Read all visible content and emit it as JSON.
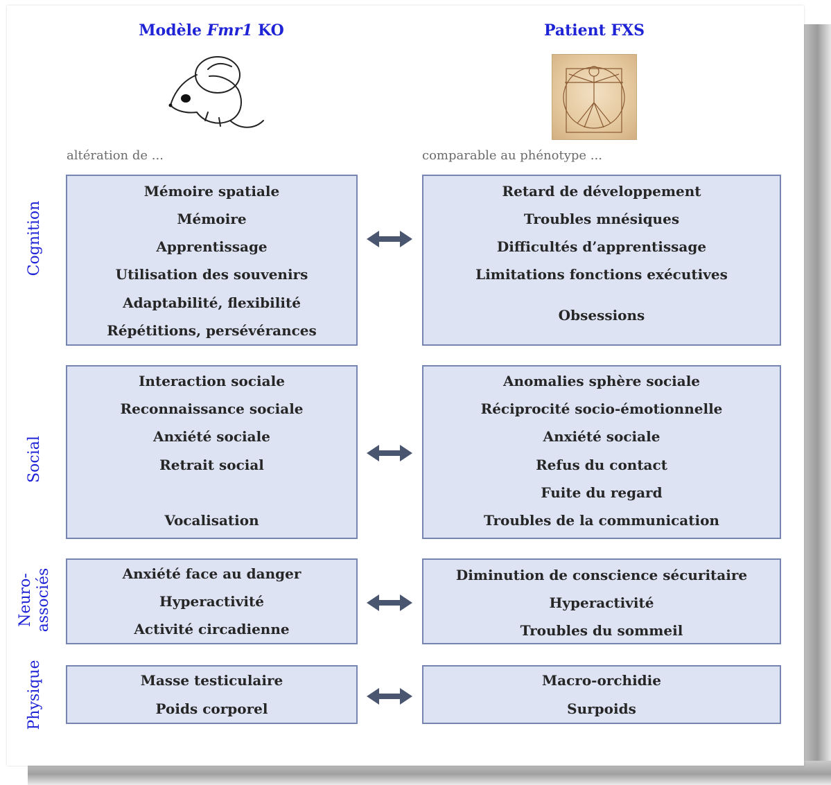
{
  "header": {
    "left_title_prefix": "Modèle ",
    "left_title_gene": "Fmr1",
    "left_title_suffix": " KO",
    "right_title": "Patient FXS"
  },
  "hints": {
    "left": "altération de ...",
    "right": "comparable au phénotype ..."
  },
  "categories": {
    "cognition": "Cognition",
    "social": "Social",
    "neuro_line1": "Neuro-",
    "neuro_line2": "associés",
    "physique": "Physique"
  },
  "rows": {
    "cognition": {
      "left": [
        "Mémoire spatiale",
        "Mémoire",
        "Apprentissage",
        "Utilisation des souvenirs",
        "Adaptabilité, flexibilité",
        "Répétitions, persévérances"
      ],
      "right": [
        "Retard de développement",
        "Troubles mnésiques",
        "Difficultés d’apprentissage",
        "Limitations fonctions exécutives",
        "Obsessions"
      ]
    },
    "social": {
      "left": [
        "Interaction sociale",
        "Reconnaissance sociale",
        "Anxiété sociale",
        "Retrait social",
        "Vocalisation"
      ],
      "right": [
        "Anomalies sphère sociale",
        "Réciprocité socio-émotionnelle",
        "Anxiété sociale",
        "Refus du contact",
        "Fuite du regard",
        "Troubles de la communication"
      ]
    },
    "neuro": {
      "left": [
        "Anxiété face au danger",
        "Hyperactivité",
        "Activité circadienne"
      ],
      "right": [
        "Diminution de conscience sécuritaire",
        "Hyperactivité",
        "Troubles du sommeil"
      ]
    },
    "physique": {
      "left": [
        "Masse testiculaire",
        "Poids corporel"
      ],
      "right": [
        "Macro-orchidie",
        "Surpoids"
      ]
    }
  },
  "icons": {
    "mouse": "mouse-icon",
    "vitruvian": "vitruvian-man-icon",
    "arrow": "double-arrow-icon"
  },
  "colors": {
    "title": "#1e24d6",
    "box_fill": "#dde3f3",
    "box_border": "#7584b0",
    "arrow": "#4a5670"
  }
}
